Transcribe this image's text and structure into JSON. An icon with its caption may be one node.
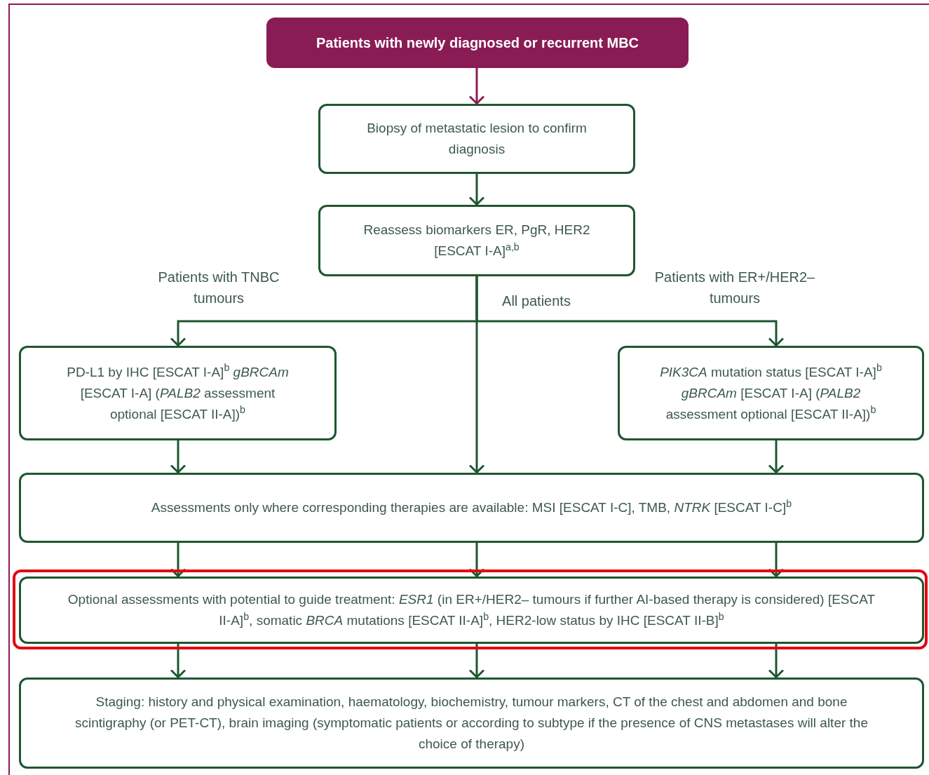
{
  "diagram": {
    "nodes": [
      {
        "text": [
          "Patients with newly diagnosed or recurrent MBC"
        ]
      },
      {
        "text": [
          "Biopsy of metastatic lesion to confirm diagnosis"
        ]
      },
      {
        "text": [
          "Reassess biomarkers ER, PgR, HER2 [ESCAT I-A]$^{a,b}$"
        ]
      },
      {
        "text": [
          "PD-L1 by IHC [ESCAT I-A]$^{b}$ *gBRCAm* [ESCAT I-A] (*PALB2* assessment optional [ESCAT II-A])$^{b}$"
        ]
      },
      {
        "text": [
          "*PIK3CA* mutation status [ESCAT I-A]$^{b}$ *gBRCAm* [ESCAT I-A] (*PALB2* assessment optional [ESCAT II-A])$^{b}$"
        ]
      },
      {
        "text": [
          "Assessments only where corresponding therapies are available: MSI [ESCAT I-C], TMB, *NTRK* [ESCAT I-C]$^{b}$"
        ]
      },
      {
        "text": [
          "Optional assessments with potential to guide treatment: *ESR1* (in ER+/HER2– tumours if further AI-based therapy is considered) [ESCAT II-A]$^{b}$, somatic *BRCA* mutations [ESCAT II-A]$^{b}$, HER2-low status by IHC [ESCAT II-B]$^{b}$"
        ]
      },
      {
        "text": [
          "Staging: history and physical examination, haematology, biochemistry, tumour markers, CT of the chest and abdomen and bone scintigraphy (or PET-CT), brain imaging (symptomatic patients or according to subtype if the presence of CNS metastases will alter the choice of therapy)"
        ]
      }
    ],
    "edges": [
      {
        "from": 0,
        "to": 1,
        "arrow": "to",
        "color": "#8a1c55"
      },
      {
        "from": 1,
        "to": 2,
        "arrow": "to"
      },
      {
        "from": 2,
        "to": 3,
        "arrow": "to",
        "label": "Patients with TNBC tumours"
      },
      {
        "from": 2,
        "to": 5,
        "arrow": "to",
        "label": "All patients"
      },
      {
        "from": 2,
        "to": 4,
        "arrow": "to",
        "label": "Patients with ER+/HER2– tumours"
      },
      {
        "from": 3,
        "to": 5,
        "arrow": "to"
      },
      {
        "from": 4,
        "to": 5,
        "arrow": "to"
      },
      {
        "from": 5,
        "to": 6,
        "arrow": "to"
      },
      {
        "from": 5,
        "to": 6,
        "arrow": "to"
      },
      {
        "from": 5,
        "to": 6,
        "arrow": "to"
      },
      {
        "from": 6,
        "to": 7,
        "arrow": "to"
      },
      {
        "from": 6,
        "to": 7,
        "arrow": "to"
      },
      {
        "from": 6,
        "to": 7,
        "arrow": "to"
      }
    ]
  }
}
